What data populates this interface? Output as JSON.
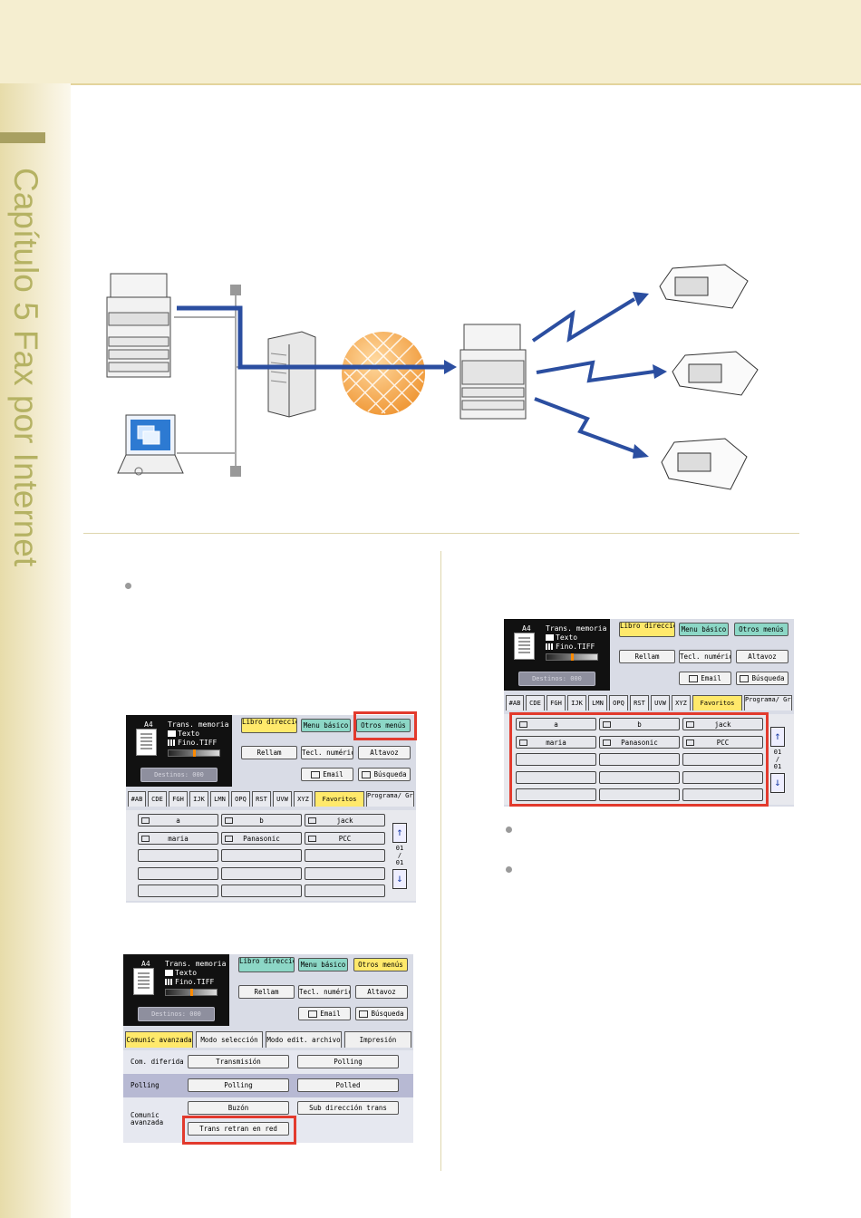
{
  "sidebar": {
    "chapter_title": "Capítulo 5   Fax por Internet"
  },
  "colors": {
    "accent_arrow": "#2b4ea0",
    "highlight_box": "#e23a2d",
    "sidebar_text": "#b5b263"
  },
  "panel_common": {
    "paper": "A4",
    "mode": "Trans. memoria",
    "quality": "Texto",
    "resolution": "Fino.TIFF",
    "destinations": "Destinos: 000",
    "btn_libro": "Libro dirección",
    "btn_menu_basico": "Menu básico",
    "btn_otros_menus": "Otros menús",
    "btn_rellam": "Rellam",
    "btn_tecl": "Tecl. numérico",
    "btn_altavoz": "Altavoz",
    "btn_email": "Email",
    "btn_busqueda": "Búsqueda",
    "tabs": [
      "#AB",
      "CDE",
      "FGH",
      "IJK",
      "LMN",
      "OPQ",
      "RST",
      "UVW",
      "XYZ",
      "Favoritos",
      "Programa/ Grupo"
    ],
    "entries": [
      "a",
      "b",
      "jack",
      "maria",
      "Panasonic",
      "PCC"
    ],
    "page_top": "01",
    "page_sep": "/",
    "page_bottom": "01",
    "scroll_up": "↑",
    "scroll_down": "↓"
  },
  "panel_advanced": {
    "tabs": [
      "Comunic avanzada",
      "Modo selección",
      "Modo edit. archivo",
      "Impresión"
    ],
    "row1_label": "Com. diferida",
    "row1_btns": [
      "Transmisión",
      "Polling"
    ],
    "row2_label": "Polling",
    "row2_btns": [
      "Polling",
      "Polled"
    ],
    "row3_label": "Comunic avanzada",
    "row3_btns": [
      "Buzón",
      "Sub dirección trans",
      "Trans retran en red"
    ]
  }
}
